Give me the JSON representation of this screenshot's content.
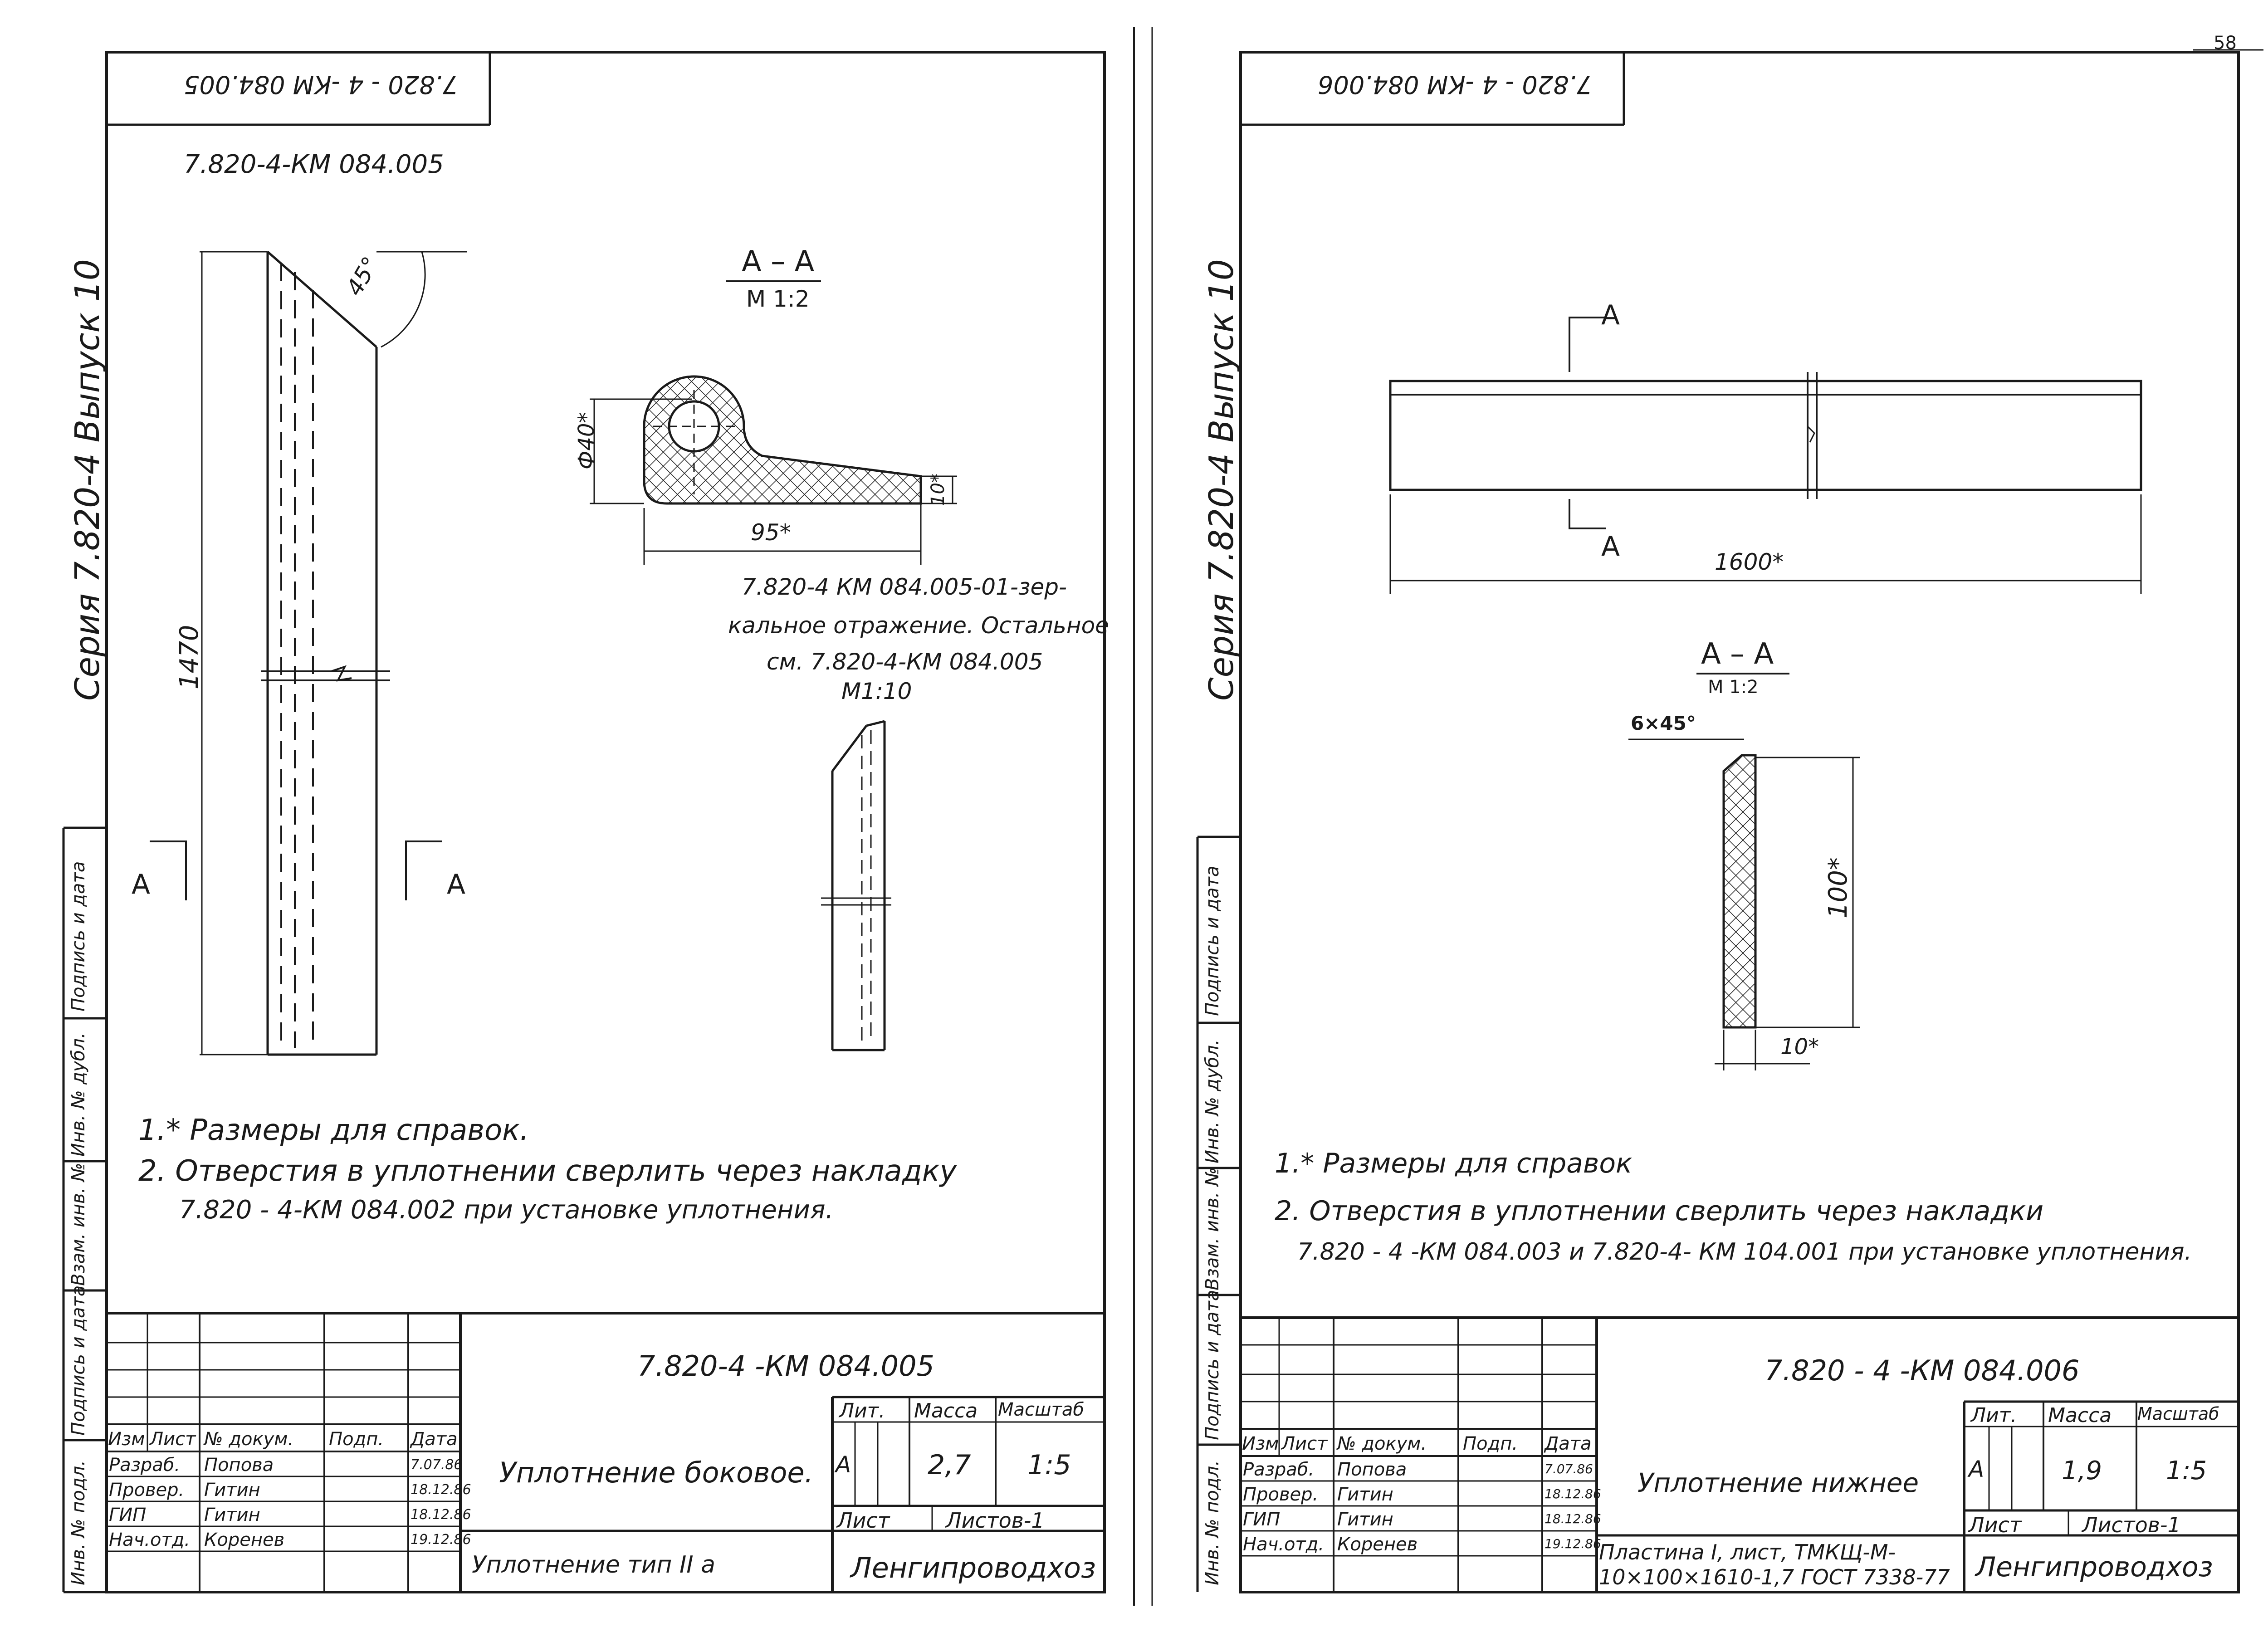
{
  "page_number": "58",
  "left": {
    "corner_code": "7.820 - 4 -КМ 084.005",
    "top_code": "7.820-4-КМ 084.005",
    "series_label": "Серия 7.820-4  Выпуск 10",
    "margin_labels": [
      "Подпись и дата",
      "Инв. № дубл.",
      "Взам. инв. №",
      "Подпись и дата",
      "Инв. № подл."
    ],
    "dim_length": "1470",
    "angle": "45°",
    "section_mark": "A",
    "section_title": "A – A",
    "section_scale": "М 1:2",
    "dim_dia": "Ф40*",
    "dim_thick": "10*",
    "dim_width": "95*",
    "mirror_note": [
      "7.820-4  КМ 084.005-01-зер-",
      "кальное отражение. Остальное",
      "см.  7.820-4-КМ 084.005",
      "М1:10"
    ],
    "notes": [
      "1.* Размеры для справок.",
      "2. Отверстия в уплотнении сверлить через накладку",
      "7.820 - 4-КМ 084.002 при установке уплотнения."
    ],
    "stamp": {
      "code": "7.820-4  -КМ 084.005",
      "headers": [
        "Изм",
        "Лист",
        "№ докум.",
        "Подп.",
        "Дата"
      ],
      "rows": [
        [
          "Разраб.",
          "Попова",
          "7.07.86"
        ],
        [
          "Провер.",
          "Гитин",
          "18.12.86"
        ],
        [
          "ГИП",
          "Гитин",
          "18.12.86"
        ],
        [
          "Нач.отд.",
          "Коренев",
          "19.12.86"
        ]
      ],
      "title": "Уплотнение боковое.",
      "lit_label": "Лит.",
      "mass_label": "Масса",
      "scale_label": "Масштаб",
      "lit": "А",
      "mass": "2,7",
      "scale": "1:5",
      "sheet_label": "Лист",
      "sheets_label": "Листов-1",
      "material": "Уплотнение тип II а",
      "org": "Ленгипроводхоз"
    }
  },
  "right": {
    "corner_code": "7.820 - 4 -КМ 084.006",
    "series_label": "Серия 7.820-4  Выпуск 10",
    "margin_labels": [
      "Подпись и дата",
      "Инв. № дубл.",
      "Взам. инв. №",
      "Подпись и дата",
      "Инв. № подл."
    ],
    "section_mark": "A",
    "dim_length": "1600*",
    "section_title": "A – A",
    "section_scale": "М 1:2",
    "chamfer": "6×45°",
    "dim_height": "100*",
    "dim_width": "10*",
    "notes": [
      "1.* Размеры для справок",
      "2. Отверстия в уплотнении сверлить через накладки",
      "7.820 - 4 -КМ 084.003 и 7.820-4- КМ 104.001 при установке уплотнения."
    ],
    "stamp": {
      "code": "7.820 - 4  -КМ 084.006",
      "headers": [
        "Изм",
        "Лист",
        "№ докум.",
        "Подп.",
        "Дата"
      ],
      "rows": [
        [
          "Разраб.",
          "Попова",
          "7.07.86"
        ],
        [
          "Провер.",
          "Гитин",
          "18.12.86"
        ],
        [
          "ГИП",
          "Гитин",
          "18.12.86"
        ],
        [
          "Нач.отд.",
          "Коренев",
          "19.12.86"
        ]
      ],
      "title": "Уплотнение нижнее",
      "lit_label": "Лит.",
      "mass_label": "Масса",
      "scale_label": "Масштаб",
      "lit": "А",
      "mass": "1,9",
      "scale": "1:5",
      "sheet_label": "Лист",
      "sheets_label": "Листов-1",
      "material": [
        "Пластина I, лист, ТМКЩ-М-",
        "10×100×1610-1,7 ГОСТ 7338-77"
      ],
      "org": "Ленгипроводхоз"
    }
  }
}
